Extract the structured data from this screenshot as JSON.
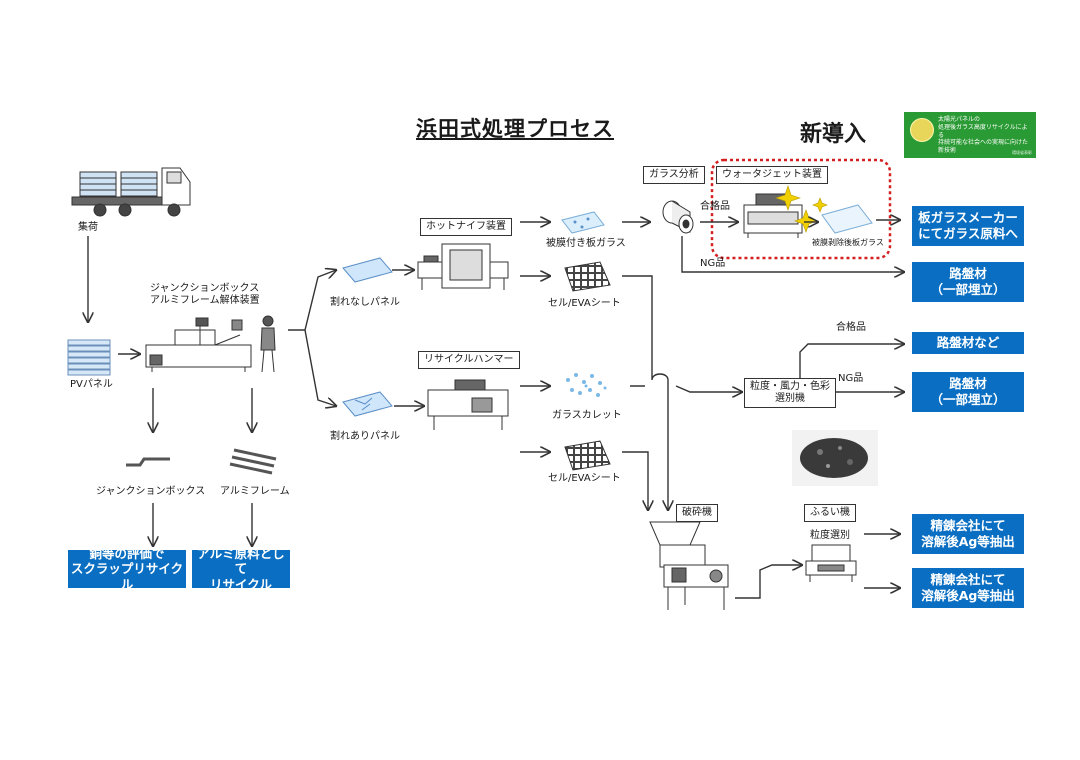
{
  "title": "浜田式処理プロセス",
  "new_badge": "新導入",
  "award": {
    "line1": "太陽光パネルの",
    "line2": "処理後ガラス高度リサイクルによる",
    "line3": "持続可能な社会への実現に向けた新技術",
    "issuer": "環境省表彰"
  },
  "labels": {
    "collection": "集荷",
    "pv_panel": "PVパネル",
    "junction_box": "ジャンクションボックス",
    "aluminum_frame": "アルミフレーム",
    "disassembly_line1": "ジャンクションボックス",
    "disassembly_line2": "アルミフレーム解体装置",
    "unbroken_panel": "割れなしパネル",
    "broken_panel": "割れありパネル",
    "hot_knife": "ホットナイフ装置",
    "recycle_hammer": "リサイクルハンマー",
    "coated_glass": "被膜付き板ガラス",
    "cell_eva_1": "セル/EVAシート",
    "glass_cullet": "ガラスカレット",
    "cell_eva_2": "セル/EVAシート",
    "glass_analysis": "ガラス分析",
    "water_jet": "ウォータジェット装置",
    "pass_1": "合格品",
    "ng_1": "NG品",
    "stripped_glass": "被膜剥除後板ガラス",
    "sorter_line1": "粒度・風力・色彩",
    "sorter_line2": "選別機",
    "pass_2": "合格品",
    "ng_2": "NG品",
    "crusher": "破砕機",
    "sieve": "ふるい機",
    "particle_sort": "粒度選別"
  },
  "outputs": {
    "copper_line1": "銅等の評価で",
    "copper_line2": "スクラップリサイクル",
    "alu_line1": "アルミ原料として",
    "alu_line2": "リサイクル",
    "flatglass_line1": "板ガラスメーカー",
    "flatglass_line2": "にてガラス原料へ",
    "roadbed1_line1": "路盤材",
    "roadbed1_line2": "（一部埋立）",
    "roadbed_etc": "路盤材など",
    "roadbed2_line1": "路盤材",
    "roadbed2_line2": "（一部埋立）",
    "smelter1_line1": "精錬会社にて",
    "smelter1_line2": "溶解後Ag等抽出",
    "smelter2_line1": "精錬会社にて",
    "smelter2_line2": "溶解後Ag等抽出"
  },
  "colors": {
    "output_blue": "#0a6fc2",
    "award_green": "#2a9a34",
    "highlight_red": "#d42020",
    "sparkle": "#f0d000"
  },
  "icons": [
    "truck-icon",
    "panel-stack-icon",
    "disassembly-machine-icon",
    "hot-knife-machine-icon",
    "hammer-machine-icon",
    "glass-roll-icon",
    "water-jet-machine-icon",
    "crusher-machine-icon",
    "sieve-machine-icon",
    "sparkle-icon",
    "granules-photo-icon"
  ]
}
